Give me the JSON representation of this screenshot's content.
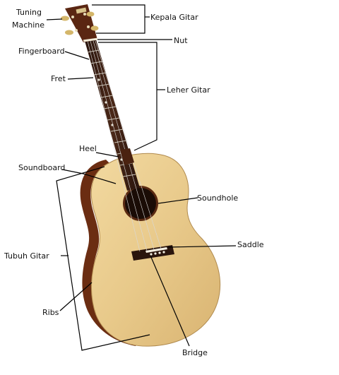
{
  "labels": {
    "tuning_machine_1": "Tuning",
    "tuning_machine_2": "Machine",
    "kepala_gitar": "Kepala Gitar",
    "nut": "Nut",
    "fingerboard": "Fingerboard",
    "fret": "Fret",
    "leher_gitar": "Leher Gitar",
    "heel": "Heel",
    "soundboard": "Soundboard",
    "soundhole": "Soundhole",
    "saddle": "Saddle",
    "tubuh_gitar": "Tubuh Gitar",
    "ribs": "Ribs",
    "bridge": "Bridge"
  },
  "colors": {
    "top_wood": "#e8c98a",
    "rib_wood": "#6b2d12",
    "fingerboard": "#3a1f14",
    "headstock": "#5a2612",
    "label_text": "#111111",
    "leader_line": "#000000"
  }
}
